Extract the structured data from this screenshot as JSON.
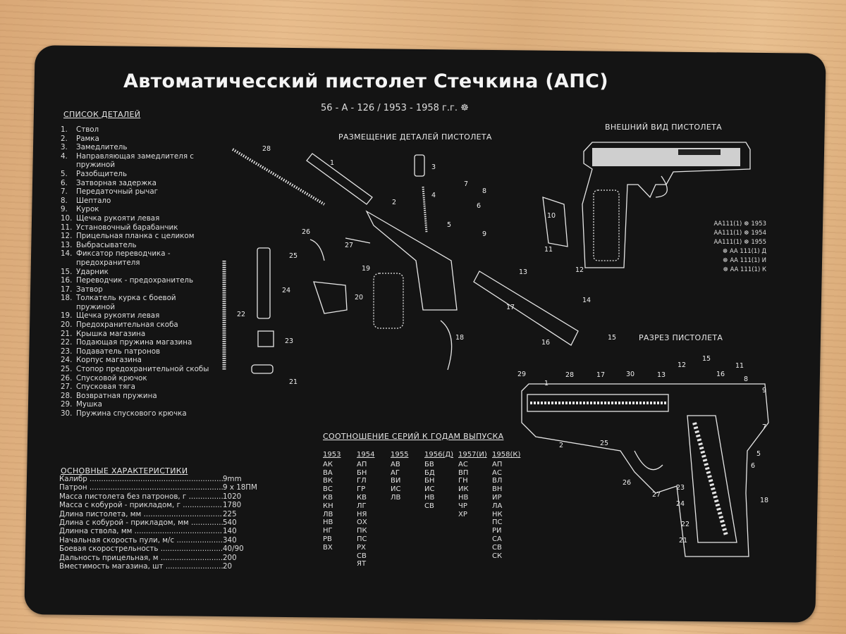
{
  "title": "Автоматичесский пистолет Стечкина (АПС)",
  "subtitle": "56 - А - 126 / 1953 - 1958 г.г.",
  "parts_heading": "СПИСОК ДЕТАЛЕЙ",
  "parts": [
    {
      "n": "1.",
      "t": "Ствол"
    },
    {
      "n": "2.",
      "t": "Рамка"
    },
    {
      "n": "3.",
      "t": "Замедлитель"
    },
    {
      "n": "4.",
      "t": "Направляющая замедлителя с пружиной"
    },
    {
      "n": "5.",
      "t": "Разобщитель"
    },
    {
      "n": "6.",
      "t": "Затворная задержка"
    },
    {
      "n": "7.",
      "t": "Передаточный рычаг"
    },
    {
      "n": "8.",
      "t": "Шептало"
    },
    {
      "n": "9.",
      "t": "Курок"
    },
    {
      "n": "10.",
      "t": "Щечка рукояти левая"
    },
    {
      "n": "11.",
      "t": "Установочный барабанчик"
    },
    {
      "n": "12.",
      "t": "Прицельная планка с целиком"
    },
    {
      "n": "13.",
      "t": "Выбрасыватель"
    },
    {
      "n": "14.",
      "t": "Фиксатор переводчика - предохранителя"
    },
    {
      "n": "15.",
      "t": "Ударник"
    },
    {
      "n": "16.",
      "t": "Переводчик - предохранитель"
    },
    {
      "n": "17.",
      "t": "Затвор"
    },
    {
      "n": "18.",
      "t": "Толкатель курка с боевой пружиной"
    },
    {
      "n": "19.",
      "t": "Щечка рукояти левая"
    },
    {
      "n": "20.",
      "t": "Предохранительная скоба"
    },
    {
      "n": "21.",
      "t": "Крышка магазина"
    },
    {
      "n": "22.",
      "t": "Подающая пружина магазина"
    },
    {
      "n": "23.",
      "t": "Подаватель патронов"
    },
    {
      "n": "24.",
      "t": "Корпус магазина"
    },
    {
      "n": "25.",
      "t": "Стопор предохранительной скобы"
    },
    {
      "n": "26.",
      "t": "Спусковой крючок"
    },
    {
      "n": "27.",
      "t": "Спусковая тяга"
    },
    {
      "n": "28.",
      "t": "Возвратная пружина"
    },
    {
      "n": "29.",
      "t": "Мушка"
    },
    {
      "n": "30.",
      "t": "Пружина спускового крючка"
    }
  ],
  "chars_heading": "ОСНОВНЫЕ ХАРАКТЕРИСТИКИ",
  "chars": [
    {
      "l": "Калибр",
      "v": "9mm"
    },
    {
      "l": "Патрон",
      "v": "9 x 18ПМ"
    },
    {
      "l": "Масса пистолета без патронов, г",
      "v": "1020"
    },
    {
      "l": "Масса с кобурой - прикладом, г",
      "v": "1780"
    },
    {
      "l": "Длина пистолета, мм",
      "v": "225"
    },
    {
      "l": "Длина с кобурой - прикладом, мм",
      "v": "540"
    },
    {
      "l": "Длинна ствола, мм",
      "v": "140"
    },
    {
      "l": "Начальная скорость пули, м/с",
      "v": "340"
    },
    {
      "l": "Боевая скорострельность",
      "v": "40/90"
    },
    {
      "l": "Дальность прицельная, м",
      "v": "200"
    },
    {
      "l": "Вместимость магазина, шт",
      "v": "20"
    }
  ],
  "exploded_heading": "РАЗМЕЩЕНИЕ ДЕТАЛЕЙ ПИСТОЛЕТА",
  "exterior_heading": "ВНЕШНИЙ ВИД ПИСТОЛЕТА",
  "cutaway_heading": "РАЗРЕЗ ПИСТОЛЕТА",
  "serials": [
    "АА111(1) ☸ 1953",
    "АА111(1) ☸ 1954",
    "АА111(1) ☸ 1955",
    "☸ АА 111(1) Д",
    "☸ АА 111(1) И",
    "☸ АА 111(1) К"
  ],
  "series_heading": "СООТНОШЕНИЕ СЕРИЙ К ГОДАМ ВЫПУСКА",
  "series": [
    {
      "year": "1953",
      "codes": [
        "АК",
        "ВА",
        "ВК",
        "ВС",
        "КВ",
        "КН",
        "ЛВ",
        "НВ",
        "НГ",
        "РВ",
        "ВХ"
      ]
    },
    {
      "year": "1954",
      "codes": [
        "АП",
        "БН",
        "ГЛ",
        "ГР",
        "КВ",
        "ЛГ",
        "НЯ",
        "ОХ",
        "ПК",
        "ПС",
        "РХ",
        "СВ",
        "ЯТ"
      ]
    },
    {
      "year": "1955",
      "codes": [
        "АВ",
        "АГ",
        "ВИ",
        "ИС",
        "ЛВ"
      ]
    },
    {
      "year": "1956(Д)",
      "codes": [
        "БВ",
        "БД",
        "БН",
        "ИС",
        "НВ",
        "СВ"
      ]
    },
    {
      "year": "1957(И)",
      "codes": [
        "АС",
        "ВП",
        "ГН",
        "ИК",
        "НВ",
        "ЧР",
        "ХР"
      ]
    },
    {
      "year": "1958(К)",
      "codes": [
        "АП",
        "АС",
        "ВЛ",
        "ВН",
        "ИР",
        "ЛА",
        "НК",
        "ПС",
        "РИ",
        "СА",
        "СВ",
        "СК"
      ]
    }
  ],
  "exploded_callouts": [
    "28",
    "1",
    "2",
    "3",
    "4",
    "5",
    "6",
    "7",
    "8",
    "9",
    "10",
    "11",
    "12",
    "13",
    "14",
    "15",
    "16",
    "17",
    "18",
    "19",
    "20",
    "21",
    "22",
    "23",
    "24",
    "25",
    "26",
    "27"
  ],
  "cutaway_callouts": [
    "29",
    "1",
    "28",
    "17",
    "30",
    "13",
    "12",
    "15",
    "16",
    "11",
    "8",
    "9",
    "7",
    "5",
    "6",
    "18",
    "23",
    "24",
    "22",
    "21",
    "27",
    "26",
    "25",
    "2"
  ],
  "colors": {
    "mat": "#141414",
    "wood": "#e0b283",
    "ink": "#e8e8e8"
  }
}
